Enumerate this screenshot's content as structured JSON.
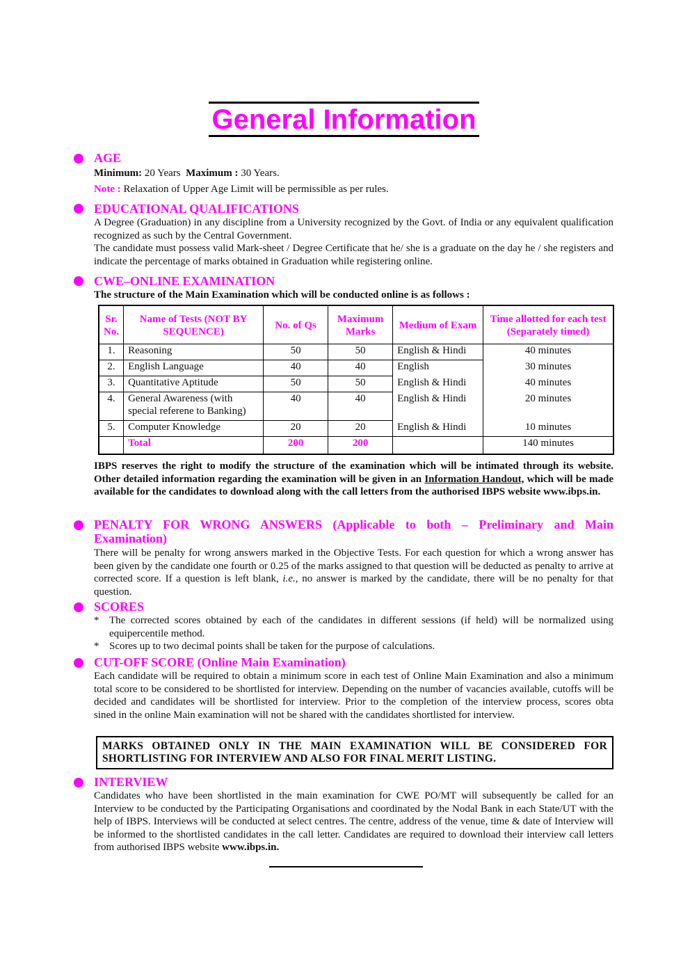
{
  "title": "General Information",
  "age": {
    "heading": "AGE",
    "min_label": "Minimum:",
    "min_value": "20 Years",
    "max_label": "Maximum :",
    "max_value": "30 Years.",
    "note_label": "Note :",
    "note_text": "Relaxation of Upper Age Limit will be permissible as per rules."
  },
  "edu": {
    "heading": "EDUCATIONAL QUALIFICATIONS",
    "p1": "A Degree (Graduation) in any discipline from a University recognized by the Govt. of India or any equivalent qualification recognized as such by the Central Government.",
    "p2": "The candidate must possess valid Mark-sheet / Degree Certificate that he/ she is a graduate on the day he / she registers and indicate the percentage of marks obtained in Graduation while registering online."
  },
  "cwe": {
    "heading": "CWE–ONLINE EXAMINATION",
    "intro": "The structure of the Main Examination which will be conducted online is as follows :"
  },
  "table": {
    "headers": [
      "Sr. No.",
      "Name of Tests (NOT BY SEQUENCE)",
      "No. of Qs",
      "Maximum Marks",
      "Medium of Exam",
      "Time allotted for each test (Separately timed)"
    ],
    "rows": [
      [
        "1.",
        "Reasoning",
        "50",
        "50",
        "English & Hindi",
        "40 minutes"
      ],
      [
        "2.",
        "English Language",
        "40",
        "40",
        "English",
        "30 minutes"
      ],
      [
        "3.",
        "Quantitative Aptitude",
        "50",
        "50",
        "English & Hindi",
        "40 minutes"
      ],
      [
        "4.",
        "General Awareness (with special referene to Banking)",
        "40",
        "40",
        "English & Hindi",
        "20 minutes"
      ],
      [
        "5.",
        "Computer Knowledge",
        "20",
        "20",
        "English & Hindi",
        "10 minutes"
      ]
    ],
    "total": {
      "label": "Total",
      "qs": "200",
      "marks": "200",
      "time": "140 minutes"
    }
  },
  "ibps": {
    "text1": "IBPS reserves the right to modify the structure of the examination which will be intimated through its website. Other detailed information regarding the examination will be given in an ",
    "link": "Information Handout,",
    "text2": " which will be made available for the candidates to download along with the call letters from the authorised IBPS website www.ibps.in."
  },
  "penalty": {
    "heading": "PENALTY FOR WRONG ANSWERS (Applicable to both – Preliminary and Main Examination)",
    "text1": "There will be penalty for wrong answers marked in the Objective Tests. For each question for which a wrong answer has been given by the candidate one fourth or 0.25 of the marks assigned to that question will be deducted as penalty to arrive at corrected score. If a question is left blank, ",
    "ie": "i.e.,",
    "text2": " no answer is marked by the candidate, there will be no penalty for that question."
  },
  "scores": {
    "heading": "SCORES",
    "items": [
      "The corrected scores obtained by each of the candidates in different sessions (if held) will be normalized using equipercentile method.",
      "Scores up to two decimal points shall be taken for the purpose of calculations."
    ],
    "bullet": "*"
  },
  "cutoff": {
    "heading": "CUT-OFF SCORE (Online Main Examination)",
    "text": "Each candidate will be required to obtain a minimum score in each test of Online Main Examination and also a minimum total score to be considered to be shortlisted for interview. Depending on the number of vacancies available, cutoffs will be decided and candidates will be shortlisted for interview. Prior to the completion of the interview process, scores obta     sined in the online Main examination will not be shared with the candidates shortlisted for interview.",
    "box": "MARKS OBTAINED ONLY IN THE MAIN EXAMINATION WILL BE CONSIDERED FOR SHORTLISTING FOR INTERVIEW AND ALSO FOR FINAL MERIT LISTING."
  },
  "interview": {
    "heading": "INTERVIEW",
    "text": "Candidates who have been shortlisted in the main examination for CWE PO/MT will subsequently be called for an Interview to be conducted by the Participating Organisations and coordinated by the Nodal Bank in each State/UT with the help of IBPS. Interviews will be conducted at select centres. The centre, address of the venue, time & date of Interview will be informed to the shortlisted candidates in the call letter. Candidates are required to download their interview call letters from authorised IBPS website ",
    "site": "www.ibps.in."
  },
  "colors": {
    "accent": "#ff00ff",
    "text": "#111111"
  }
}
